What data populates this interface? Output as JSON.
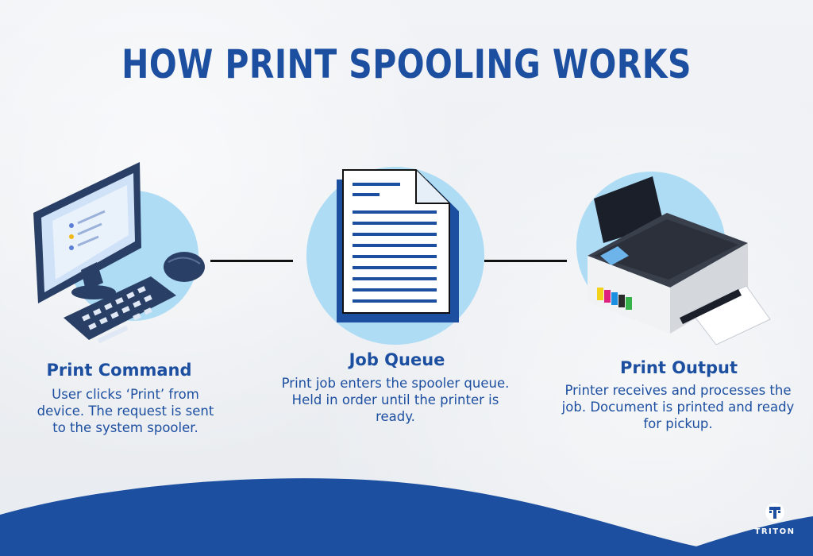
{
  "title": "HOW PRINT SPOOLING WORKS",
  "colors": {
    "primary": "#1d4fa1",
    "circle": "#aedcf5",
    "background": "#eef1f4",
    "connector": "#111111"
  },
  "steps": [
    {
      "title": "Print Command",
      "description": "User clicks ‘Print’ from device. The request is sent to the system spooler.",
      "icon": "desktop-computer-icon"
    },
    {
      "title": "Job Queue",
      "description": "Print job enters the spooler queue. Held in order until the printer is ready.",
      "icon": "document-icon"
    },
    {
      "title": "Print Output",
      "description": "Printer receives and processes the job. Document is printed and ready for pickup.",
      "icon": "printer-icon"
    }
  ],
  "logo": {
    "name": "TRITON"
  }
}
